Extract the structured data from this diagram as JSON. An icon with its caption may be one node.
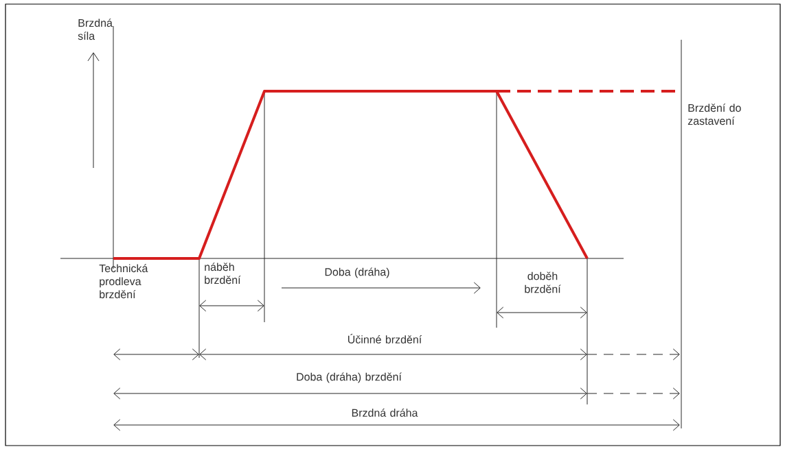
{
  "diagram": {
    "labels": [
      "Brzdná síla",
      "Brzdění do zastavení",
      "náběh brzdění",
      "Doba (dráha)",
      "doběh brzdění",
      "Technická prodleva brzdění",
      "Účinné brzdění",
      "Doba (dráha) brzdění",
      "Brzdná dráha"
    ]
  }
}
